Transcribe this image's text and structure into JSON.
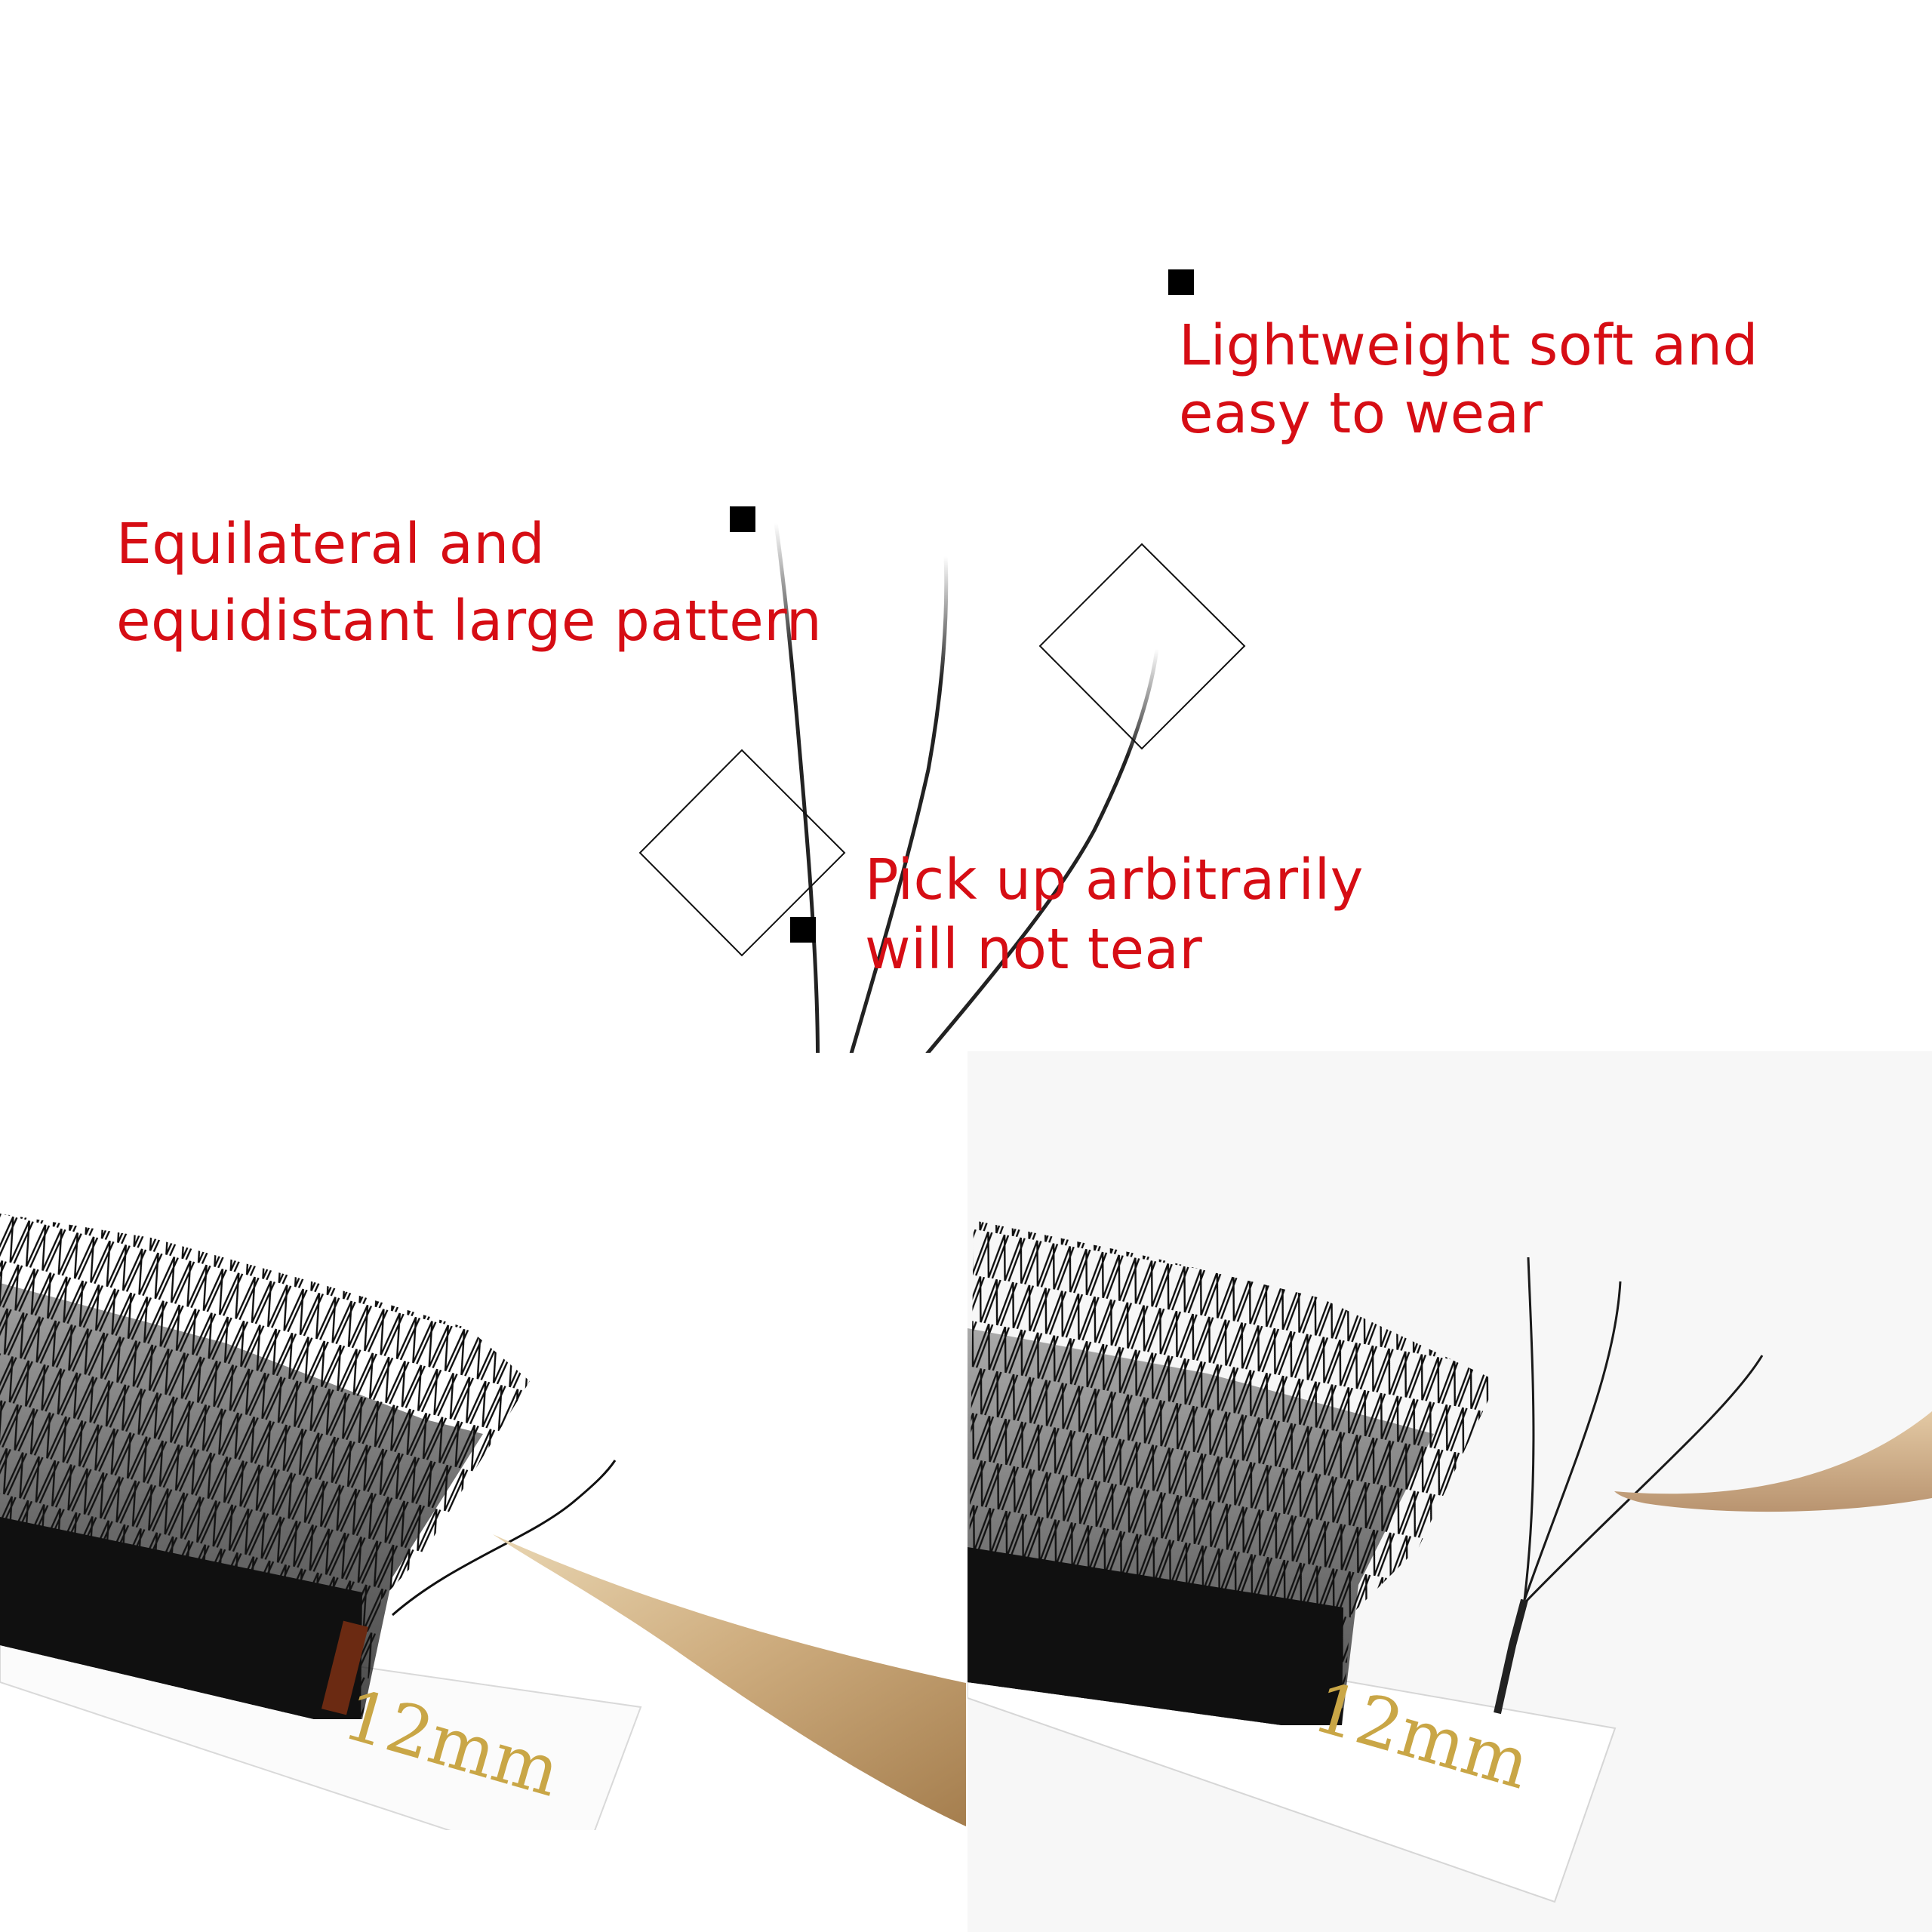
{
  "features": [
    {
      "id": "lightweight",
      "lines": [
        "Lightweight soft and",
        "easy to wear"
      ]
    },
    {
      "id": "pattern",
      "lines": [
        "Equilateral and",
        "equidistant large pattern"
      ]
    },
    {
      "id": "pickup",
      "lines": [
        "Pick up arbitrarily",
        "will not tear"
      ]
    }
  ],
  "photos": [
    {
      "id": "lash-tray-with-tweezers-left",
      "length_label": "12mm"
    },
    {
      "id": "lash-tray-with-single-fan-right",
      "length_label": "12mm"
    }
  ],
  "colors": {
    "caption_red": "#d60d14",
    "marker": "#000000",
    "lash": "#141414",
    "tweezer_gold": "#c9a27a",
    "label_gold": "#c9a646"
  }
}
